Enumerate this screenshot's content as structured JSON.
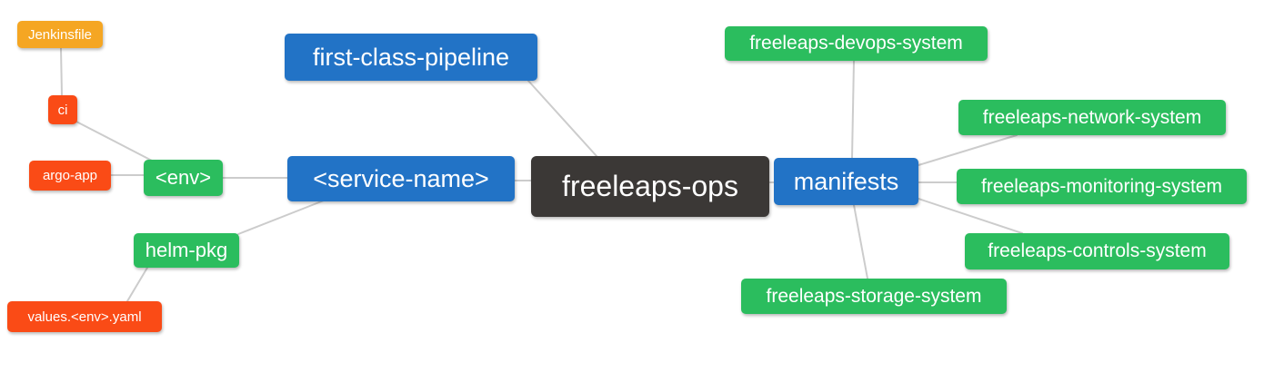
{
  "diagram": {
    "type": "mindmap",
    "background_color": "#ffffff",
    "edge_color": "#cccccc",
    "text_color": "#ffffff",
    "colors": {
      "orange": "#f5a623",
      "red": "#fa4b16",
      "green": "#2bbd5e",
      "blue": "#2273c6",
      "dark": "#3b3836"
    },
    "root": "freeleaps-ops",
    "nodes": [
      {
        "id": "jenkinsfile",
        "label": "Jenkinsfile",
        "color": "orange"
      },
      {
        "id": "ci",
        "label": "ci",
        "color": "red"
      },
      {
        "id": "argo-app",
        "label": "argo-app",
        "color": "red"
      },
      {
        "id": "env",
        "label": "<env>",
        "color": "green"
      },
      {
        "id": "helm-pkg",
        "label": "helm-pkg",
        "color": "green"
      },
      {
        "id": "values-env-yaml",
        "label": "values.<env>.yaml",
        "color": "red"
      },
      {
        "id": "first-class-pipeline",
        "label": "first-class-pipeline",
        "color": "blue"
      },
      {
        "id": "service-name",
        "label": "<service-name>",
        "color": "blue"
      },
      {
        "id": "freeleaps-ops",
        "label": "freeleaps-ops",
        "color": "dark"
      },
      {
        "id": "manifests",
        "label": "manifests",
        "color": "blue"
      },
      {
        "id": "devops-system",
        "label": "freeleaps-devops-system",
        "color": "green"
      },
      {
        "id": "network-system",
        "label": "freeleaps-network-system",
        "color": "green"
      },
      {
        "id": "monitoring-system",
        "label": "freeleaps-monitoring-system",
        "color": "green"
      },
      {
        "id": "controls-system",
        "label": "freeleaps-controls-system",
        "color": "green"
      },
      {
        "id": "storage-system",
        "label": "freeleaps-storage-system",
        "color": "green"
      }
    ],
    "edges": [
      {
        "from": "jenkinsfile",
        "to": "ci"
      },
      {
        "from": "ci",
        "to": "env"
      },
      {
        "from": "argo-app",
        "to": "env"
      },
      {
        "from": "env",
        "to": "service-name"
      },
      {
        "from": "helm-pkg",
        "to": "service-name"
      },
      {
        "from": "values-env-yaml",
        "to": "helm-pkg"
      },
      {
        "from": "first-class-pipeline",
        "to": "freeleaps-ops"
      },
      {
        "from": "service-name",
        "to": "freeleaps-ops"
      },
      {
        "from": "freeleaps-ops",
        "to": "manifests"
      },
      {
        "from": "manifests",
        "to": "devops-system"
      },
      {
        "from": "manifests",
        "to": "network-system"
      },
      {
        "from": "manifests",
        "to": "monitoring-system"
      },
      {
        "from": "manifests",
        "to": "controls-system"
      },
      {
        "from": "manifests",
        "to": "storage-system"
      }
    ]
  }
}
